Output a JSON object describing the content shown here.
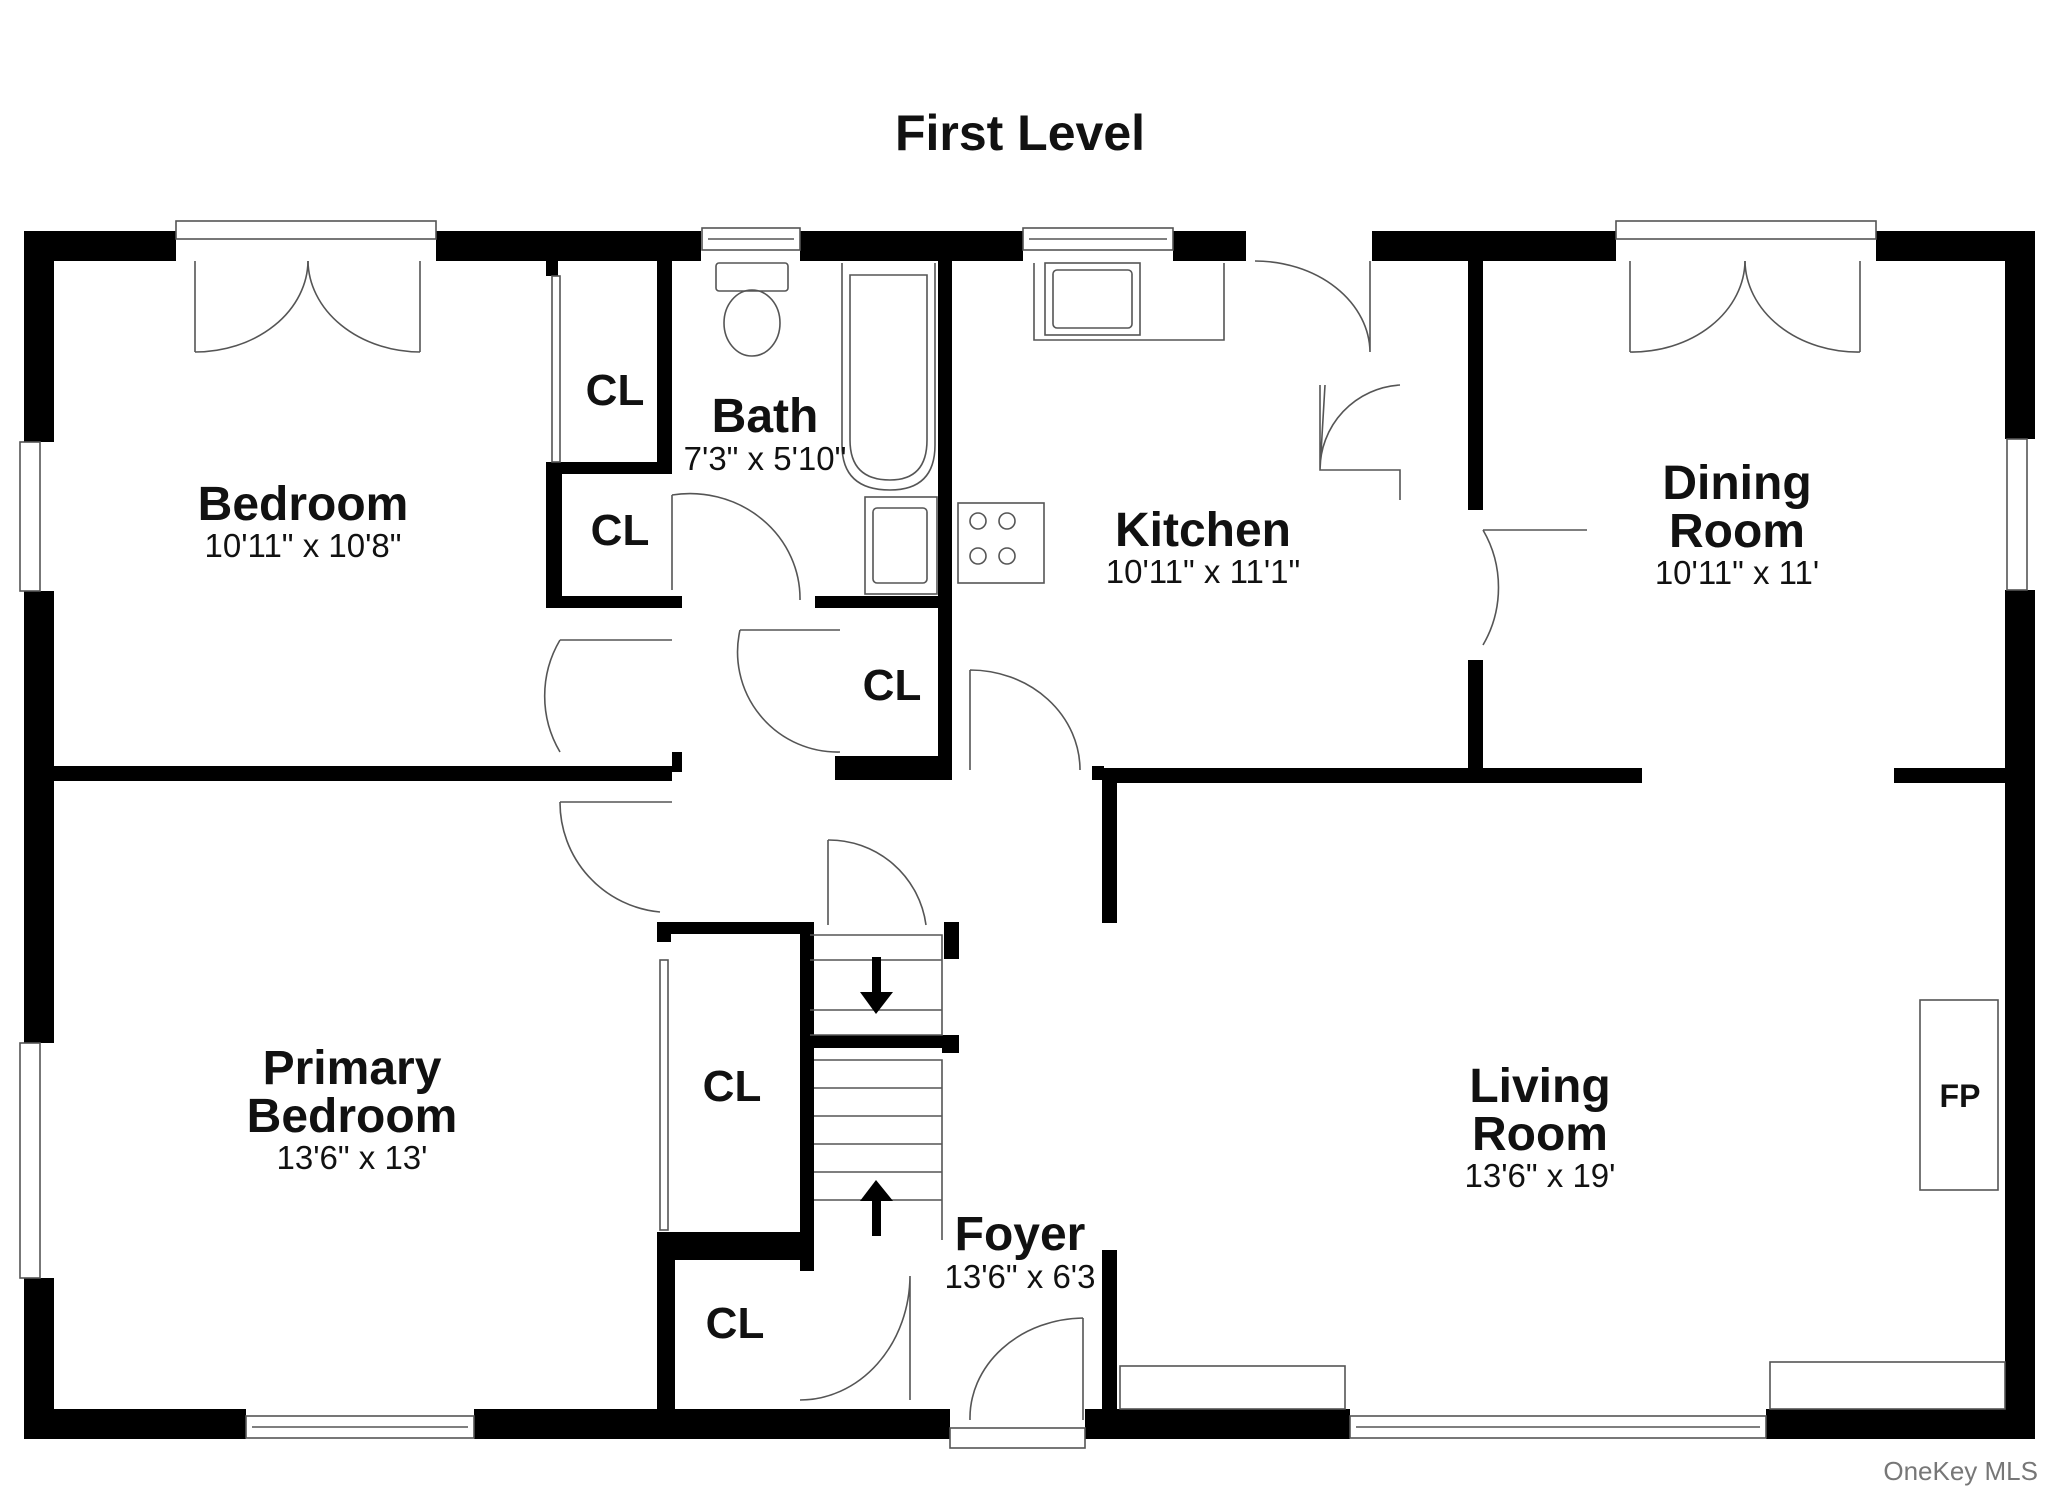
{
  "title": "First Level",
  "watermark": "OneKey MLS",
  "rooms": {
    "bedroom": {
      "name": "Bedroom",
      "dims": "10'11\" x 10'8\""
    },
    "bath": {
      "name": "Bath",
      "dims": "7'3\" x 5'10\""
    },
    "kitchen": {
      "name": "Kitchen",
      "dims": "10'11\" x 11'1\""
    },
    "dining": {
      "name_line1": "Dining",
      "name_line2": "Room",
      "dims": "10'11\" x 11'"
    },
    "primary": {
      "name_line1": "Primary",
      "name_line2": "Bedroom",
      "dims": "13'6\" x 13'"
    },
    "living": {
      "name_line1": "Living",
      "name_line2": "Room",
      "dims": "13'6\" x 19'"
    },
    "foyer": {
      "name": "Foyer",
      "dims": "13'6\" x 6'3"
    }
  },
  "closet_label": "CL",
  "fireplace_label": "FP",
  "stairs": {
    "upper_arrow": "down",
    "lower_arrow": "up"
  },
  "colors": {
    "walls": "#000000",
    "fixtures": "#555555",
    "background": "#ffffff"
  }
}
